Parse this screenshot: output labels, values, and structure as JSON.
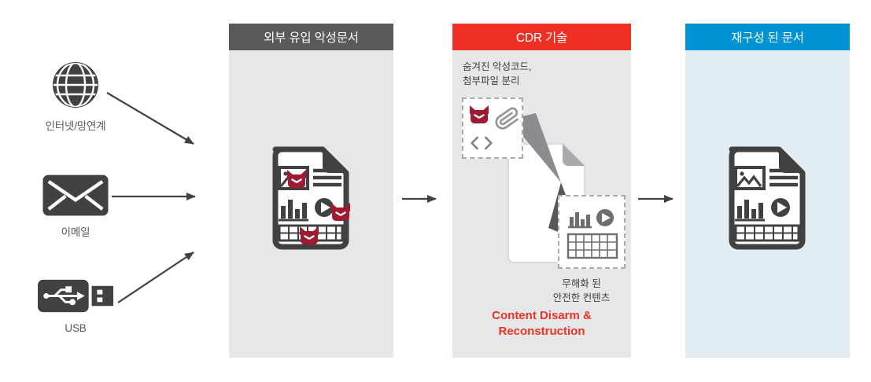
{
  "sources": [
    {
      "id": "internet",
      "label": "인터넷/망연계",
      "icon": "globe-icon"
    },
    {
      "id": "email",
      "label": "이메일",
      "icon": "envelope-icon"
    },
    {
      "id": "usb",
      "label": "USB",
      "icon": "usb-drive-icon"
    }
  ],
  "panels": {
    "malicious": {
      "title": "외부 유입 악성문서",
      "icon": "infected-document-icon"
    },
    "cdr": {
      "title": "CDR 기술",
      "separation_note": {
        "line1": "숨겨진 악성코드,",
        "line2": "첨부파일 분리"
      },
      "extracted_box_icons": [
        "malware-icon",
        "paperclip-icon",
        "code-brackets-icon"
      ],
      "safe_box_icon": "safe-content-icon",
      "safe_note": {
        "line1": "무해화 된",
        "line2": "안전한 컨텐츠"
      },
      "caption": {
        "line1": "Content Disarm &",
        "line2": "Reconstruction"
      }
    },
    "reconstructed": {
      "title": "재구성 된 문서",
      "icon": "clean-document-icon"
    }
  },
  "colors": {
    "header_dark": "#58595b",
    "header_red": "#ee3124",
    "header_blue": "#0093d3",
    "body_gray": "#e6e7e8",
    "body_blue": "#e2edf3",
    "icon_dark": "#414042",
    "malware_red": "#9e1b32",
    "caption_red": "#ee3124"
  }
}
